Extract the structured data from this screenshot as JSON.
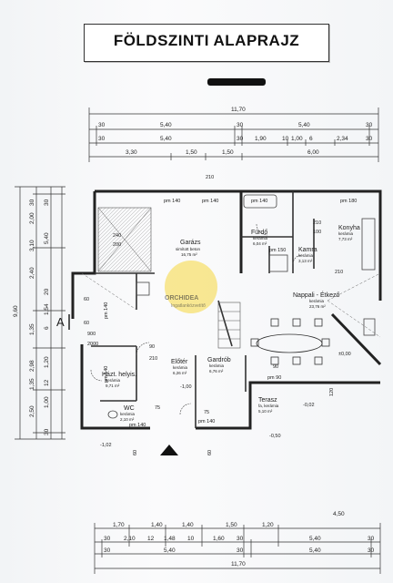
{
  "title": "FÖLDSZINTI ALAPRAJZ",
  "logo": {
    "line1": "ORCHIDEA",
    "line2": "Ingatlanközvetítő",
    "color": "#f3d23a"
  },
  "rooms": {
    "garage": {
      "name": "Garázs",
      "material": "simított beton",
      "area": "16,75 m²"
    },
    "bath": {
      "name": "Fürdő",
      "material": "kerámia",
      "area": "6,04 m²"
    },
    "pantry": {
      "name": "Kamra",
      "material": "kerámia",
      "area": "3,13 m²"
    },
    "kitchen": {
      "name": "Konyha",
      "material": "kerámia",
      "area": "7,73 m²"
    },
    "living": {
      "name": "Nappali - Étkező",
      "material": "kerámia",
      "area": "23,76 m²"
    },
    "utility": {
      "name": "Házt. helyis.",
      "material": "kerámia",
      "area": "9,71 m²"
    },
    "hall": {
      "name": "Előtér",
      "material": "kerámia",
      "area": "6,26 m²"
    },
    "wardrobe": {
      "name": "Gardrób",
      "material": "kerámia",
      "area": "6,76 m²"
    },
    "wc": {
      "name": "WC",
      "material": "kerámia",
      "area": "2,10 m²"
    },
    "terrace": {
      "name": "Terasz",
      "material": "fa, kerámia",
      "area": "5,10 m²"
    }
  },
  "levels": {
    "main": "±0,00",
    "hall": "-1,00",
    "terrace": "-0,02",
    "outside": "-0,50",
    "left": "-1,02"
  },
  "section_mark": "A",
  "top_dims": {
    "total": "11,70",
    "row1": [
      "30",
      "5,40",
      "30",
      "5,40",
      "30"
    ],
    "row2": [
      "30",
      "5,40",
      "30",
      "1,90",
      "10",
      "1,00",
      "6",
      "2,34",
      "30"
    ],
    "row3": [
      "3,30",
      "1,50",
      "1,50",
      "6,00"
    ]
  },
  "bottom_dims": {
    "row1": [
      "1,70",
      "1,40",
      "1,40",
      "1,50",
      "1,20",
      "4,50"
    ],
    "row2": [
      "30",
      "2,10",
      "12",
      "1,48",
      "10",
      "1,60",
      "30",
      "5,40",
      "30"
    ],
    "row3": [
      "30",
      "5,40",
      "30",
      "5,40",
      "30"
    ],
    "total": "11,70"
  },
  "left_dims": {
    "total": "9,60",
    "row1": [
      "30",
      "2,00",
      "3,10",
      "2,40",
      "1,35",
      "2,98",
      "1,35",
      "2,50"
    ],
    "row2": [
      "30",
      "5,40",
      "20",
      "1,54",
      "6",
      "1,20",
      "12",
      "1,00",
      "30"
    ]
  },
  "openings": [
    "pm 140",
    "pm 140",
    "pm 140",
    "pm 180",
    "pm 150",
    "pm 140",
    "pm 140",
    "pm 140",
    "pm 90",
    "pm 140",
    "240",
    "200",
    "60",
    "60",
    "90",
    "2000",
    "900",
    "210",
    "120",
    "210",
    "75",
    "75",
    "90",
    "210",
    "60",
    "60",
    "100",
    "210"
  ]
}
